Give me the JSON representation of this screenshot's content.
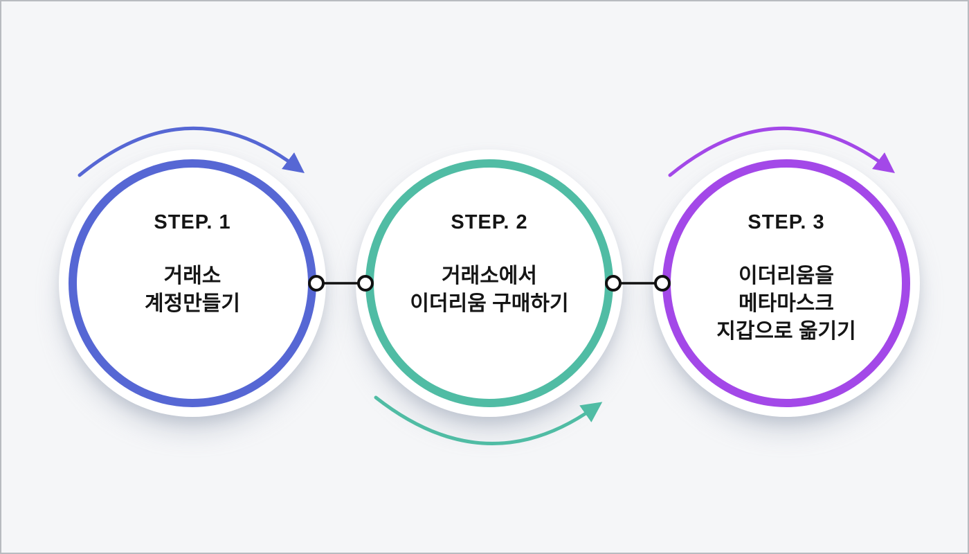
{
  "canvas": {
    "background_color": "#f5f6f8",
    "border_color": "#b8bbc0",
    "text_color": "#151515"
  },
  "connector": {
    "color": "#111111",
    "dot_fill": "#ffffff"
  },
  "steps": [
    {
      "label": "STEP. 1",
      "lines": [
        "거래소",
        "계정만들기"
      ],
      "color": "#5667d4",
      "arrow_position": "top"
    },
    {
      "label": "STEP. 2",
      "lines": [
        "거래소에서",
        "이더리움 구매하기"
      ],
      "color": "#50bca4",
      "arrow_position": "bottom"
    },
    {
      "label": "STEP. 3",
      "lines": [
        "이더리움을",
        "메타마스크",
        "지갑으로 옮기기"
      ],
      "color": "#a348e8",
      "arrow_position": "top"
    }
  ]
}
